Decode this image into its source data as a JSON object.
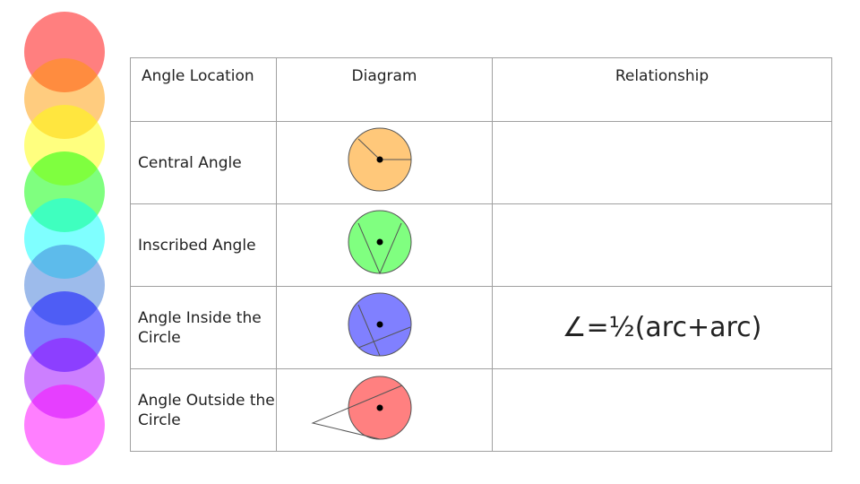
{
  "decor_colors": [
    "#ff0000",
    "#ff9900",
    "#ffff00",
    "#00ff00",
    "#00ffff",
    "#3c78d8",
    "#0000ff",
    "#9900ff",
    "#ff00ff"
  ],
  "table": {
    "headers": [
      "Angle Location",
      "Diagram",
      "Relationship"
    ],
    "rows": [
      {
        "label": "Central Angle",
        "fill": "#ffc87a",
        "relationship": ""
      },
      {
        "label": "Inscribed Angle",
        "fill": "#80ff80",
        "relationship": ""
      },
      {
        "label": "Angle Inside the Circle",
        "fill": "#8080ff",
        "relationship": "∠=½(arc+arc)"
      },
      {
        "label": "Angle Outside the Circle",
        "fill": "#ff8080",
        "relationship": ""
      }
    ]
  }
}
